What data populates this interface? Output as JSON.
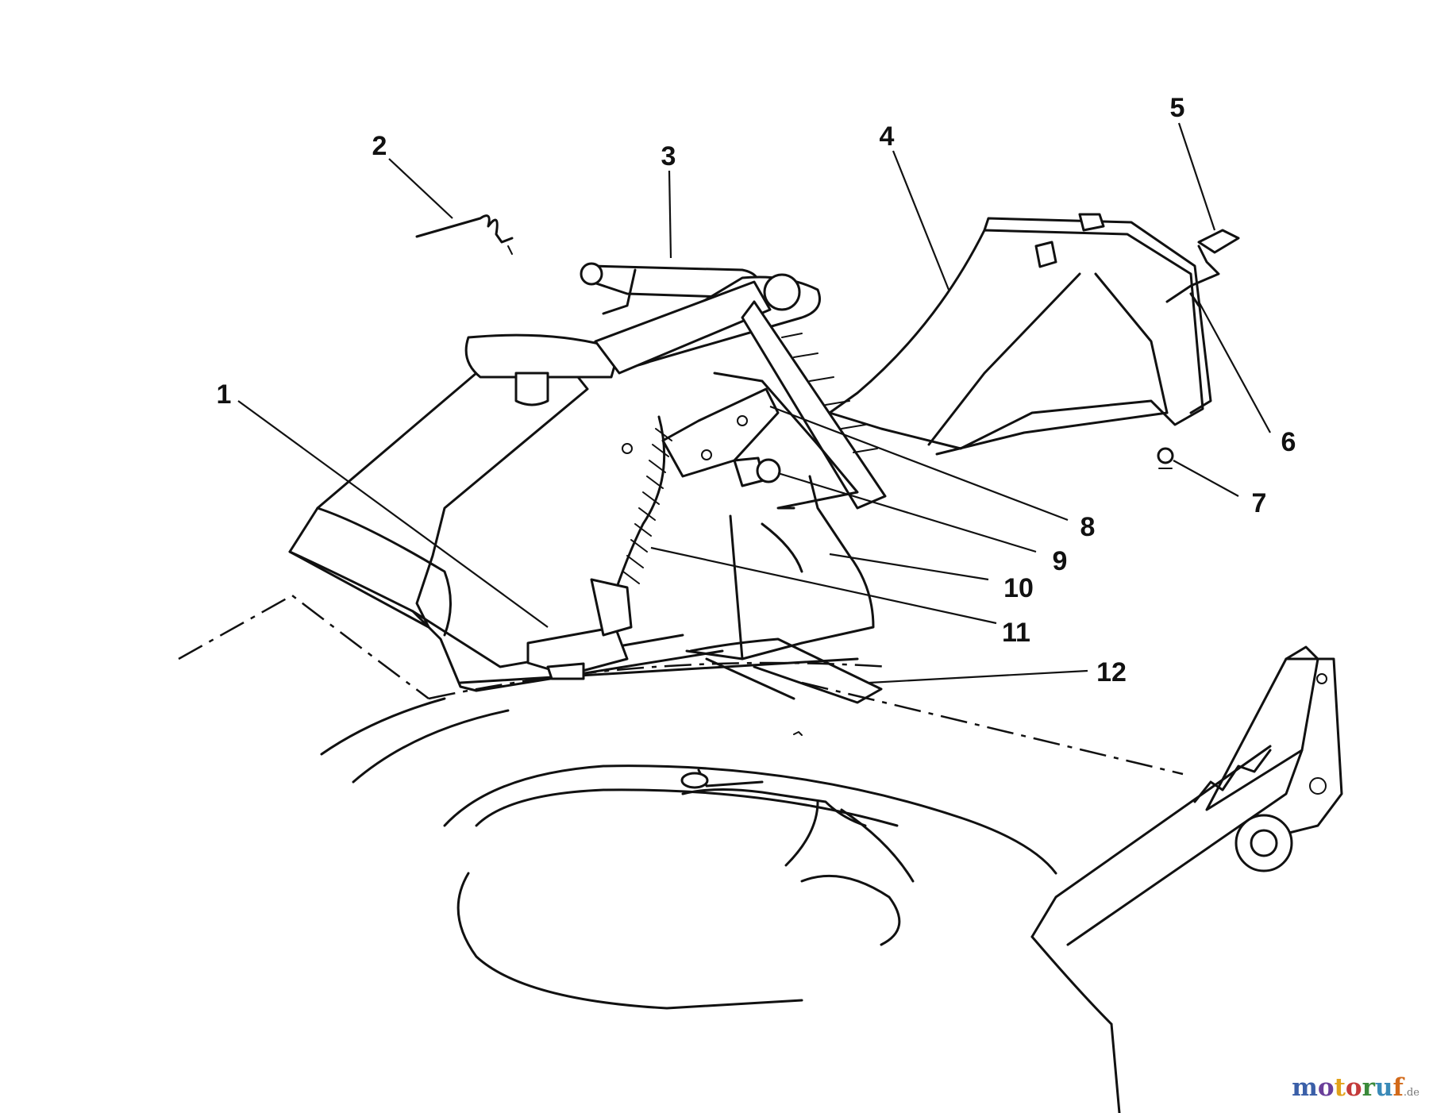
{
  "callouts": [
    {
      "id": "1",
      "label": "1"
    },
    {
      "id": "2",
      "label": "2"
    },
    {
      "id": "3",
      "label": "3"
    },
    {
      "id": "4",
      "label": "4"
    },
    {
      "id": "5",
      "label": "5"
    },
    {
      "id": "6",
      "label": "6"
    },
    {
      "id": "7",
      "label": "7"
    },
    {
      "id": "8",
      "label": "8"
    },
    {
      "id": "9",
      "label": "9"
    },
    {
      "id": "10",
      "label": "10"
    },
    {
      "id": "11",
      "label": "11"
    },
    {
      "id": "12",
      "label": "12"
    }
  ],
  "watermark": {
    "letters": [
      "m",
      "o",
      "t",
      "o",
      "r",
      "u",
      "f"
    ],
    "letter_colors": [
      "#3a5fa8",
      "#6a3f9a",
      "#e2a21a",
      "#c43a3a",
      "#3a8a3a",
      "#3a8ab8",
      "#d26a1a"
    ],
    "tld": ".de"
  },
  "colors": {
    "line": "#111111",
    "background": "#ffffff"
  }
}
